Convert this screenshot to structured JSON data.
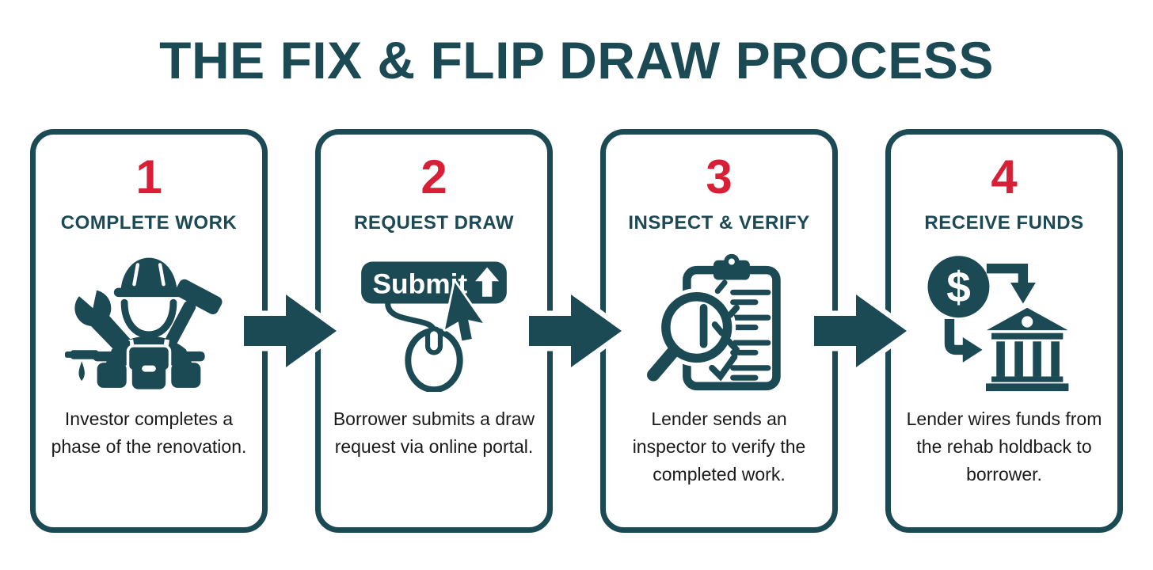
{
  "title": "THE FIX & FLIP DRAW PROCESS",
  "colors": {
    "accent_teal": "#1B4A55",
    "number_red": "#D81F36",
    "body_text": "#1A1A1A",
    "background": "#FFFFFF"
  },
  "steps": [
    {
      "number": "1",
      "heading": "COMPLETE WORK",
      "description": "Investor completes a phase of the renovation.",
      "icon": "construction-worker-icon"
    },
    {
      "number": "2",
      "heading": "REQUEST DRAW",
      "description": "Borrower submits a draw request via online portal.",
      "icon": "submit-button-mouse-icon",
      "icon_button_label": "Submit"
    },
    {
      "number": "3",
      "heading": "INSPECT & VERIFY",
      "description": "Lender sends an inspector to verify the completed work.",
      "icon": "clipboard-magnifier-icon"
    },
    {
      "number": "4",
      "heading": "RECEIVE FUNDS",
      "description": "Lender wires funds from the rehab holdback to borrower.",
      "icon": "money-transfer-bank-icon",
      "icon_currency_symbol": "$"
    }
  ],
  "flow_arrows": {
    "count": 3,
    "direction": "right"
  }
}
